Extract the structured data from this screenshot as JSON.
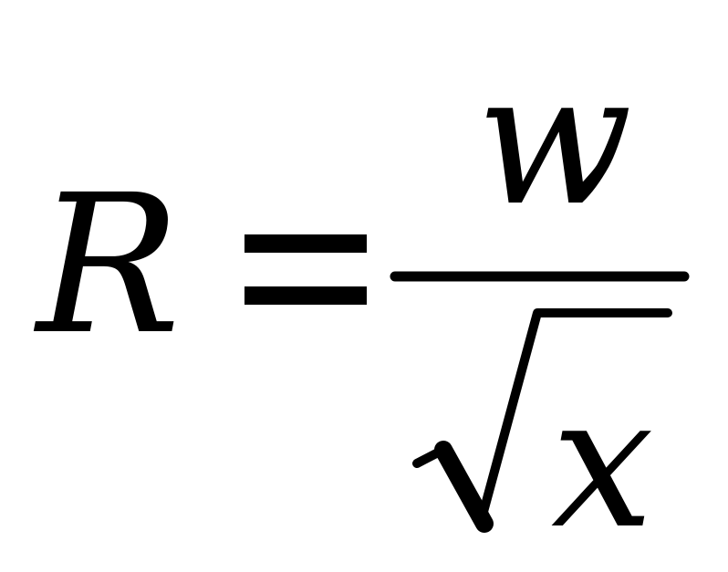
{
  "formula": {
    "lhs": "R",
    "operator": "=",
    "numerator": "w",
    "denominator": "x",
    "denominator_operator": "square-root",
    "color": "#000000"
  }
}
